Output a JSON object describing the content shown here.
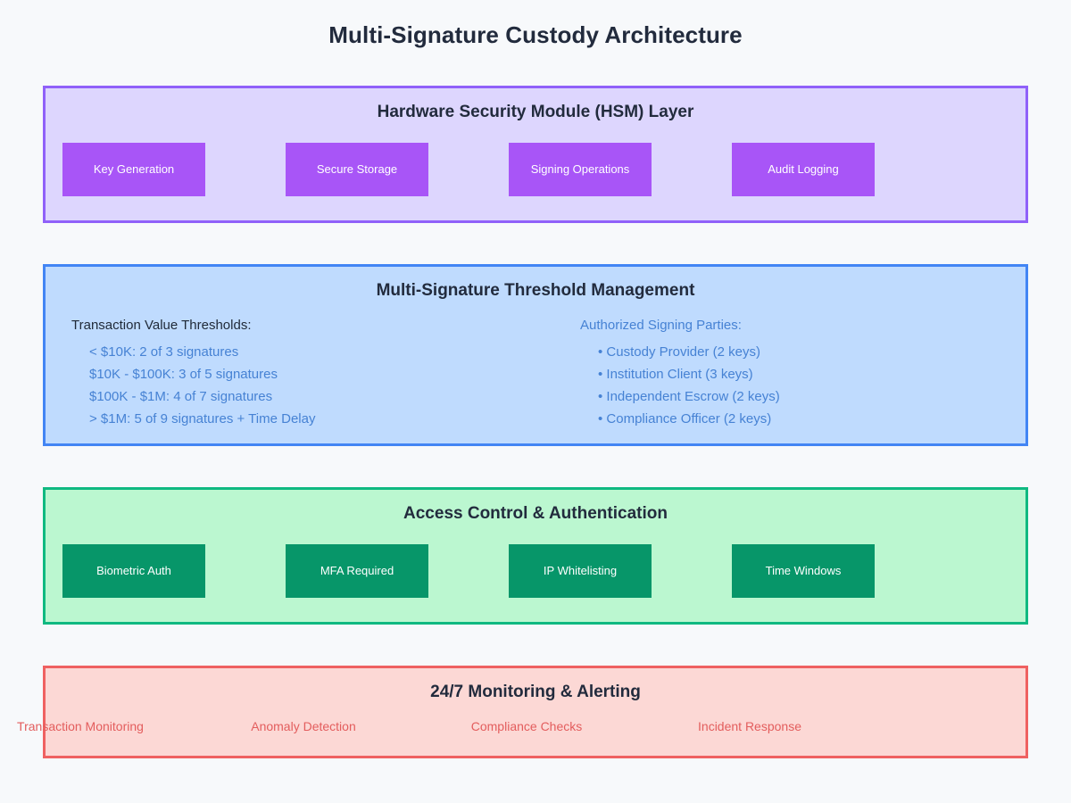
{
  "page": {
    "title": "Multi-Signature Custody Architecture",
    "background_color": "#f7f9fb",
    "title_color": "#222b3d"
  },
  "layers": [
    {
      "id": "hsm",
      "title": "Hardware Security Module (HSM) Layer",
      "panel_fill": "#ddd6fe",
      "panel_border": "#9061f9",
      "box_fill": "#a855f7",
      "box_text_color": "#ffffff",
      "boxes": [
        {
          "label": "Key Generation"
        },
        {
          "label": "Secure Storage"
        },
        {
          "label": "Signing Operations"
        },
        {
          "label": "Audit Logging"
        }
      ]
    },
    {
      "id": "threshold",
      "title": "Multi-Signature Threshold Management",
      "panel_fill": "#bfdbfe",
      "panel_border": "#4285f4",
      "left_column": {
        "heading": "Transaction Value Thresholds:",
        "heading_color": "#1f2937",
        "item_color": "#4682d4",
        "items": [
          "< $10K: 2 of 3 signatures",
          "$10K - $100K: 3 of 5 signatures",
          "$100K - $1M: 4 of 7 signatures",
          "> $1M: 5 of 9 signatures + Time Delay"
        ]
      },
      "right_column": {
        "heading": "Authorized Signing Parties:",
        "heading_color": "#4682d4",
        "item_color": "#4682d4",
        "items": [
          "• Custody Provider (2 keys)",
          "• Institution Client (3 keys)",
          "• Independent Escrow (2 keys)",
          "• Compliance Officer (2 keys)"
        ]
      }
    },
    {
      "id": "access",
      "title": "Access Control & Authentication",
      "panel_fill": "#bbf7d0",
      "panel_border": "#10b981",
      "box_fill": "#079669",
      "box_text_color": "#ffffff",
      "boxes": [
        {
          "label": "Biometric Auth"
        },
        {
          "label": "MFA Required"
        },
        {
          "label": "IP Whitelisting"
        },
        {
          "label": "Time Windows"
        }
      ]
    },
    {
      "id": "monitoring",
      "title": "24/7 Monitoring & Alerting",
      "panel_fill": "#fcd8d5",
      "panel_border": "#ef6161",
      "label_color": "#e35d5d",
      "labels": [
        {
          "label": "Transaction Monitoring"
        },
        {
          "label": "Anomaly Detection"
        },
        {
          "label": "Compliance Checks"
        },
        {
          "label": "Incident Response"
        }
      ]
    }
  ]
}
